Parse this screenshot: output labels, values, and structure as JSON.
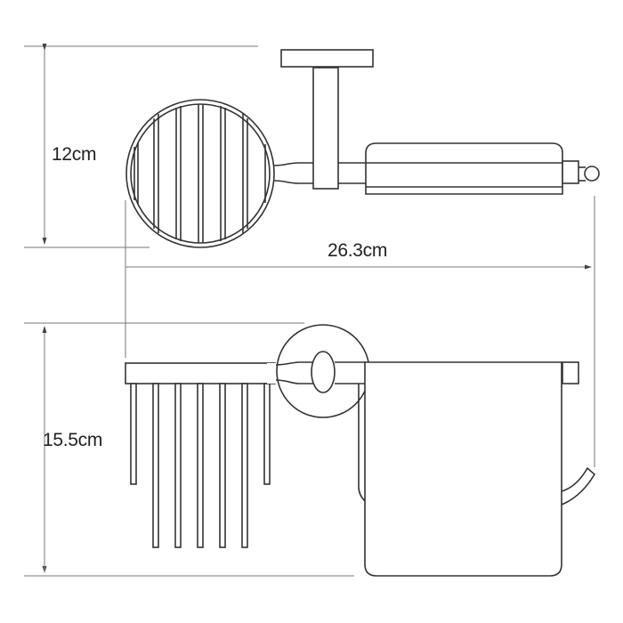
{
  "diagram": {
    "type": "technical-dimension-drawing",
    "subject": "wall-mounted toilet paper holder with toilet brush holder",
    "views": [
      {
        "name": "top-view",
        "dimension_label": "12cm",
        "dimension_axis": "vertical"
      },
      {
        "name": "front-view",
        "dimension_label": "15.5cm",
        "dimension_axis": "vertical"
      }
    ],
    "overall_width_label": "26.3cm",
    "colors": {
      "line": "#333333",
      "extension_line": "#777777",
      "background": "#ffffff"
    }
  },
  "labels": {
    "depth": "12cm",
    "width": "26.3cm",
    "height": "15.5cm"
  }
}
